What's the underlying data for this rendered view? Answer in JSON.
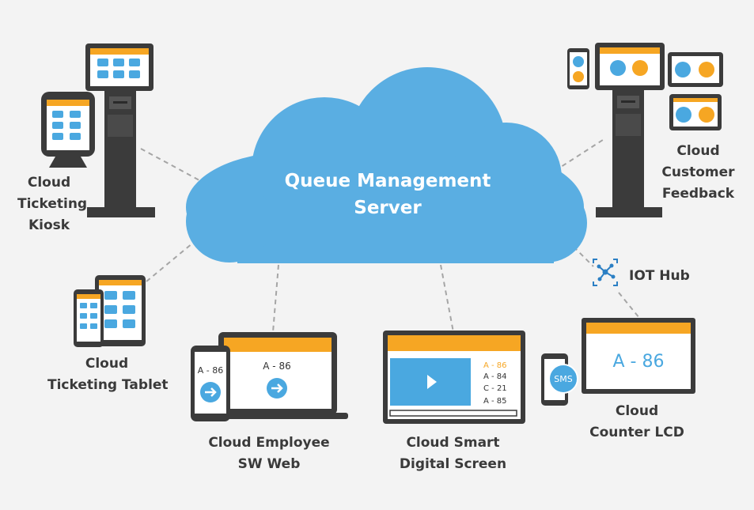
{
  "cloud": {
    "title_line1": "Queue Management",
    "title_line2": "Server"
  },
  "nodes": {
    "kiosk": {
      "lines": [
        "Cloud",
        "Ticketing",
        "Kiosk"
      ]
    },
    "tablet": {
      "lines": [
        "Cloud",
        "Ticketing Tablet"
      ]
    },
    "employee": {
      "lines": [
        "Cloud Employee",
        "SW Web"
      ]
    },
    "screen": {
      "lines": [
        "Cloud Smart",
        "Digital Screen"
      ]
    },
    "lcd": {
      "lines": [
        "Cloud",
        "Counter LCD"
      ]
    },
    "feedback": {
      "lines": [
        "Cloud",
        "Customer",
        "Feedback"
      ]
    }
  },
  "iot": {
    "label": "IOT Hub"
  },
  "employee_ticket": {
    "phone": "A - 86",
    "laptop": "A - 86"
  },
  "screen_queue": [
    "A - 86",
    "A - 84",
    "C - 21",
    "A - 85"
  ],
  "lcd_ticket": "A - 86",
  "sms_label": "SMS",
  "colors": {
    "cloud": "#5aaee2",
    "orange": "#f6a623",
    "blue": "#4aa8e0",
    "dark": "#3b3b3b",
    "line": "#9a9a9a",
    "background": "#f3f3f3"
  }
}
